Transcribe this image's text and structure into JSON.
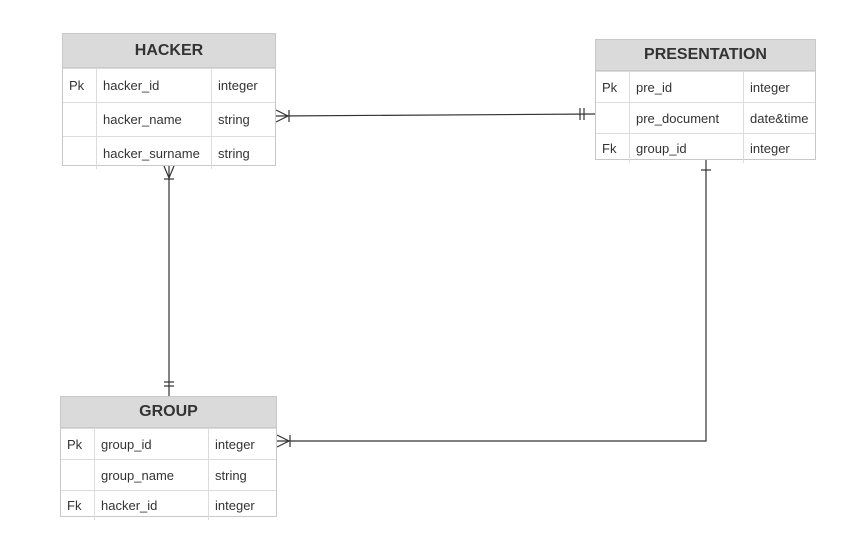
{
  "entities": {
    "hacker": {
      "title": "HACKER",
      "rows": [
        {
          "key": "Pk",
          "field": "hacker_id",
          "type": "integer"
        },
        {
          "key": "",
          "field": "hacker_name",
          "type": "string"
        },
        {
          "key": "",
          "field": "hacker_surname",
          "type": "string"
        }
      ]
    },
    "presentation": {
      "title": "PRESENTATION",
      "rows": [
        {
          "key": "Pk",
          "field": "pre_id",
          "type": "integer"
        },
        {
          "key": "",
          "field": "pre_document",
          "type": "date&time"
        },
        {
          "key": "Fk",
          "field": "group_id",
          "type": "integer"
        }
      ]
    },
    "group": {
      "title": "GROUP",
      "rows": [
        {
          "key": "Pk",
          "field": "group_id",
          "type": "integer"
        },
        {
          "key": "",
          "field": "group_name",
          "type": "string"
        },
        {
          "key": "Fk",
          "field": "hacker_id",
          "type": "integer"
        }
      ]
    }
  },
  "relationships": [
    {
      "from": "hacker",
      "from_end": "many",
      "to": "presentation",
      "to_end": "one-mandatory"
    },
    {
      "from": "hacker",
      "from_end": "many",
      "to": "group",
      "to_end": "one-mandatory"
    },
    {
      "from": "group",
      "from_end": "many",
      "to": "presentation",
      "to_end": "one"
    }
  ],
  "colors": {
    "header_bg": "#dadada",
    "border": "#c8c8c8",
    "line": "#333333"
  }
}
